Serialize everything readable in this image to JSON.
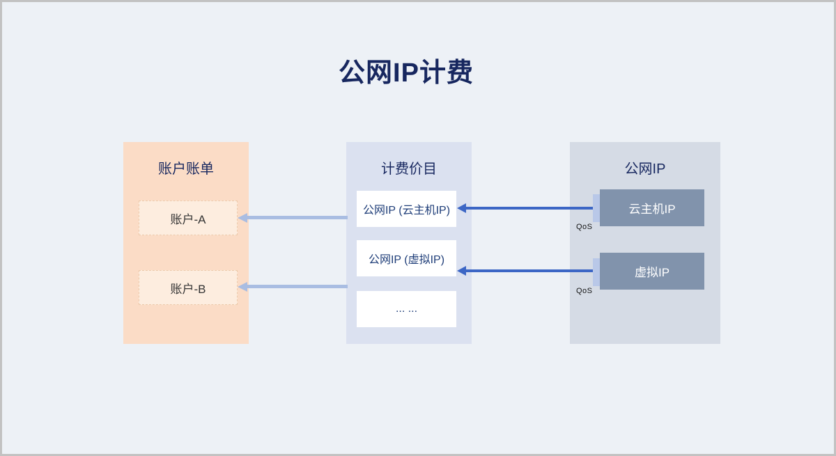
{
  "title": "公网IP计费",
  "columns": {
    "account": {
      "header": "账户账单",
      "items": [
        {
          "label": "账户-A"
        },
        {
          "label": "账户-B"
        }
      ]
    },
    "pricing": {
      "header": "计费价目",
      "items": [
        {
          "label": "公网IP (云主机IP)"
        },
        {
          "label": "公网IP (虚拟IP)"
        },
        {
          "label": "... ..."
        }
      ]
    },
    "public_ip": {
      "header": "公网IP",
      "items": [
        {
          "label": "云主机IP",
          "badge": "QoS"
        },
        {
          "label": "虚拟IP",
          "badge": "QoS"
        }
      ]
    }
  },
  "colors": {
    "page_bg": "#edf1f6",
    "frame_border": "#c2c2c2",
    "navy": "#17275f",
    "account_col": "#fbdcc6",
    "account_box": "#fdeddf",
    "account_box_border": "#eccaab",
    "account_text": "#333333",
    "pricing_col": "#dbe1f0",
    "pricing_box": "#ffffff",
    "pricing_text": "#1e3d78",
    "publicip_col": "#d5dbe5",
    "ip_box": "#8193ac",
    "qos_tab": "#b9c8e8",
    "arrow_dark": "#3c66c5",
    "arrow_light": "#a9bde2"
  }
}
